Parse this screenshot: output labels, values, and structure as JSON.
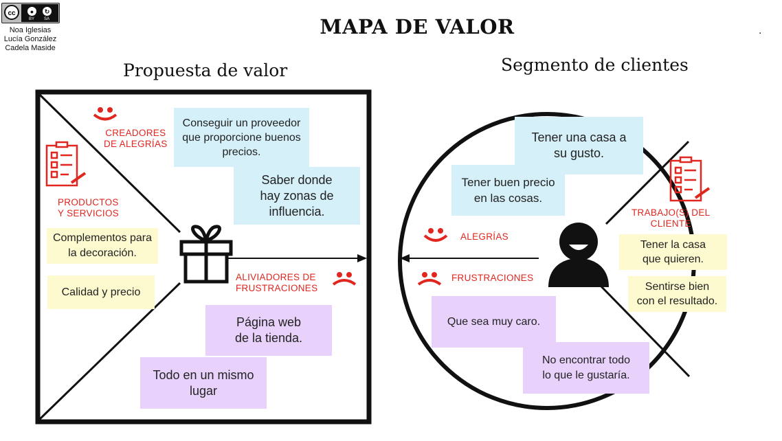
{
  "title": "MAPA DE VALOR",
  "dot": ".",
  "license": {
    "cc": "cc",
    "by": "BY",
    "sa": "SA"
  },
  "authors": [
    "Noa Iglesias",
    "Lucía González",
    "Cadela Maside"
  ],
  "left_heading": "Propuesta de valor",
  "right_heading": "Segmento de clientes",
  "labels": {
    "creadores": [
      "CREADORES",
      "DE ALEGRÍAS"
    ],
    "productos": [
      "PRODUCTOS",
      "Y SERVICIOS"
    ],
    "aliviadores": [
      "ALIVIADORES DE",
      "FRUSTRACIONES"
    ],
    "trabajos": [
      "TRABAJO(S) DEL",
      "CLIENTE"
    ],
    "alegrias": "ALEGRÍAS",
    "frustraciones": "FRUSTRACIONES"
  },
  "notes": {
    "proveedor": [
      "Conseguir un proveedor",
      "que proporcione buenos",
      "precios."
    ],
    "zonas": [
      "Saber donde",
      "hay zonas de",
      "influencia."
    ],
    "complementos": [
      "Complementos para",
      "la decoración."
    ],
    "calidad": [
      "Calidad y precio"
    ],
    "pagina_web": [
      "Página web",
      "de la tienda."
    ],
    "mismo_lugar": [
      "Todo en un mismo",
      "lugar"
    ],
    "casa_gusto": [
      "Tener una casa a",
      "su gusto."
    ],
    "buen_precio": [
      "Tener buen precio",
      "en las cosas."
    ],
    "casa_quieren": [
      "Tener la casa",
      "que quieren."
    ],
    "sentirse": [
      "Sentirse bien",
      "con el resultado."
    ],
    "muy_caro": [
      "Que sea muy caro."
    ],
    "no_encontrar": [
      "No encontrar todo",
      "lo que le gustaría."
    ]
  },
  "colors": {
    "accent_red": "#e0261e",
    "note_blue": "#d5f0f8",
    "note_yellow": "#fdfacf",
    "note_purple": "#e8d2fb"
  },
  "icons": [
    "gift-icon",
    "person-icon",
    "checklist-icon",
    "smile-icon",
    "frown-icon",
    "creative-commons-icon"
  ]
}
